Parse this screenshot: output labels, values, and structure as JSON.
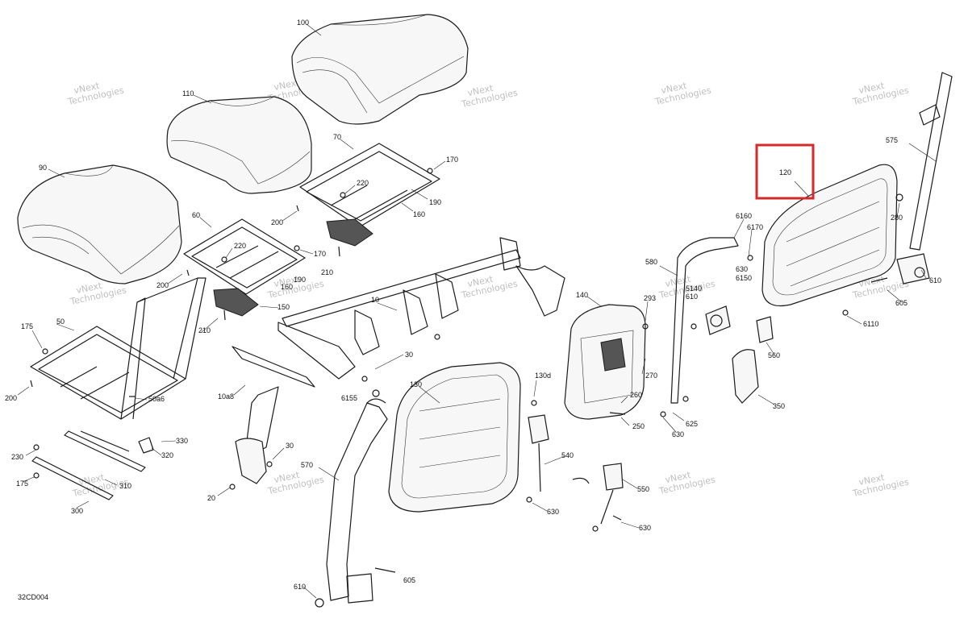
{
  "diagram_code": "32CD004",
  "watermark_text": [
    "vNext",
    "Technologies"
  ],
  "highlight_color": "#d42a2a",
  "highlighted_label": "120",
  "labels": [
    "100",
    "110",
    "90",
    "70",
    "170",
    "220",
    "190",
    "160",
    "200",
    "60",
    "220",
    "170",
    "190",
    "160",
    "210",
    "200",
    "150",
    "210",
    "175",
    "50",
    "200",
    "50a6",
    "10",
    "30",
    "10a8",
    "6155",
    "30",
    "20",
    "130",
    "130d",
    "140",
    "293",
    "270",
    "260",
    "250",
    "580",
    "5140",
    "610",
    "625",
    "630",
    "6160",
    "6170",
    "630",
    "6150",
    "560",
    "350",
    "575",
    "280",
    "610",
    "605",
    "6110",
    "570",
    "610",
    "605",
    "540",
    "630",
    "550",
    "630",
    "175",
    "230",
    "300",
    "310",
    "320",
    "330"
  ]
}
